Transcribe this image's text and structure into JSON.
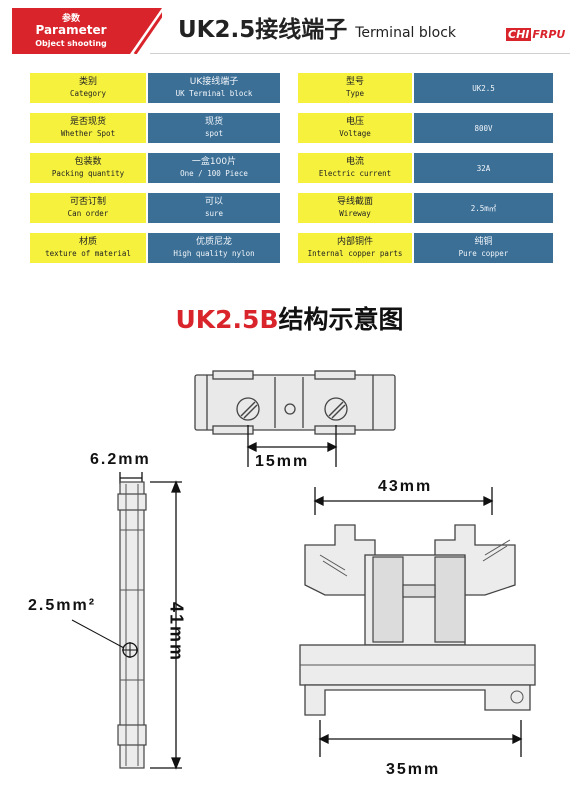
{
  "header": {
    "badge_line1": "参数",
    "badge_line2": "Parameter",
    "badge_line3": "Object shooting",
    "model_title": "UK2.5接线端子",
    "model_subtitle": "Terminal block",
    "brand_left": "CHI",
    "brand_right": "FRPU"
  },
  "specs": [
    {
      "label_zh": "类别",
      "label_en": "Category",
      "value_zh": "UK接线端子",
      "value_en": "UK Terminal block"
    },
    {
      "label_zh": "型号",
      "label_en": "Type",
      "value_zh": "",
      "value_en": "UK2.5"
    },
    {
      "label_zh": "是否现货",
      "label_en": "Whether Spot",
      "value_zh": "现货",
      "value_en": "spot"
    },
    {
      "label_zh": "电压",
      "label_en": "Voltage",
      "value_zh": "",
      "value_en": "800V"
    },
    {
      "label_zh": "包装数",
      "label_en": "Packing quantity",
      "value_zh": "一盒100片",
      "value_en": "One / 100 Piece"
    },
    {
      "label_zh": "电流",
      "label_en": "Electric current",
      "value_zh": "",
      "value_en": "32A"
    },
    {
      "label_zh": "可否订制",
      "label_en": "Can order",
      "value_zh": "可以",
      "value_en": "sure"
    },
    {
      "label_zh": "导线截面",
      "label_en": "Wireway",
      "value_zh": "",
      "value_en": "2.5m㎡"
    },
    {
      "label_zh": "材质",
      "label_en": "texture of material",
      "value_zh": "优质尼龙",
      "value_en": "High quality nylon"
    },
    {
      "label_zh": "内部铜件",
      "label_en": "Internal copper parts",
      "value_zh": "纯铜",
      "value_en": "Pure copper"
    }
  ],
  "diagram": {
    "title_red": "UK2.5B",
    "title_black": "结构示意图",
    "dim_top_spacing": "15mm",
    "dim_side_width": "6.2mm",
    "dim_wire": "2.5mm²",
    "dim_height": "41mm",
    "dim_front_width": "43mm",
    "dim_base_width": "35mm"
  },
  "colors": {
    "accent_red": "#d9242b",
    "label_yellow": "#f5f13d",
    "value_blue": "#3b6f96"
  }
}
